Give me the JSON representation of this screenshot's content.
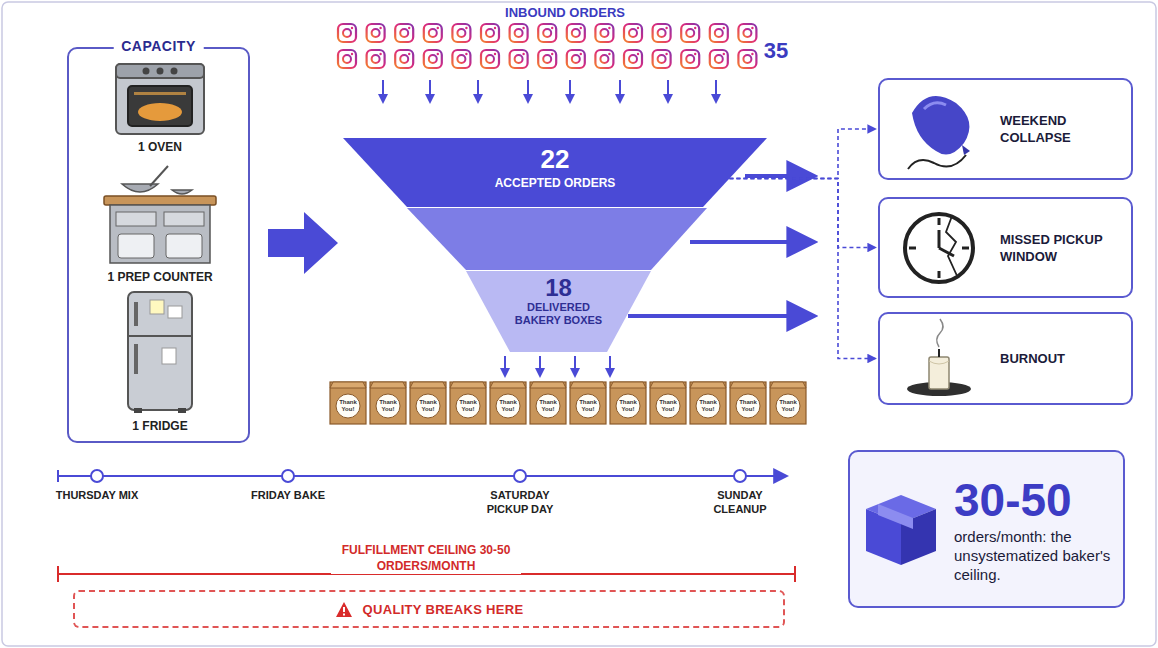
{
  "diagram": {
    "nodes": [
      {
        "text": [
          "CAPACITY"
        ]
      },
      {
        "text": [
          "22",
          "ACCEPTED ORDERS"
        ]
      },
      {
        "text": [
          "18",
          "DELIVERED BAKERY BOXES"
        ]
      },
      {
        "text": [
          "WEEKEND COLLAPSE"
        ]
      },
      {
        "text": [
          "MISSED PICKUP WINDOW"
        ]
      },
      {
        "text": [
          "BURNOUT"
        ]
      },
      {
        "text": [
          "30-50",
          "orders/month: the unsystematized baker's ceiling."
        ]
      },
      {
        "text": [
          "QUALITY BREAKS HERE"
        ]
      }
    ],
    "edges": [
      {
        "from": 1,
        "to": 3,
        "arrow": "to"
      },
      {
        "from": 1,
        "to": 4,
        "arrow": "to"
      },
      {
        "from": 1,
        "to": 5,
        "arrow": "to"
      }
    ],
    "labels": [
      "INBOUND ORDERS",
      "35",
      "1 OVEN",
      "1 PREP COUNTER",
      "1 FRIDGE",
      "Thank You!",
      "Thank You!",
      "Thank You!",
      "Thank You!",
      "Thank You!",
      "Thank You!",
      "Thank You!",
      "Thank You!",
      "Thank You!",
      "Thank You!",
      "Thank You!",
      "Thank You!",
      "THURSDAY MIX",
      "FRIDAY BAKE",
      "SATURDAY PICKUP DAY",
      "SUNDAY CLEANUP",
      "FULFILLMENT CEILING 30-50 ORDERS/MONTH"
    ]
  }
}
